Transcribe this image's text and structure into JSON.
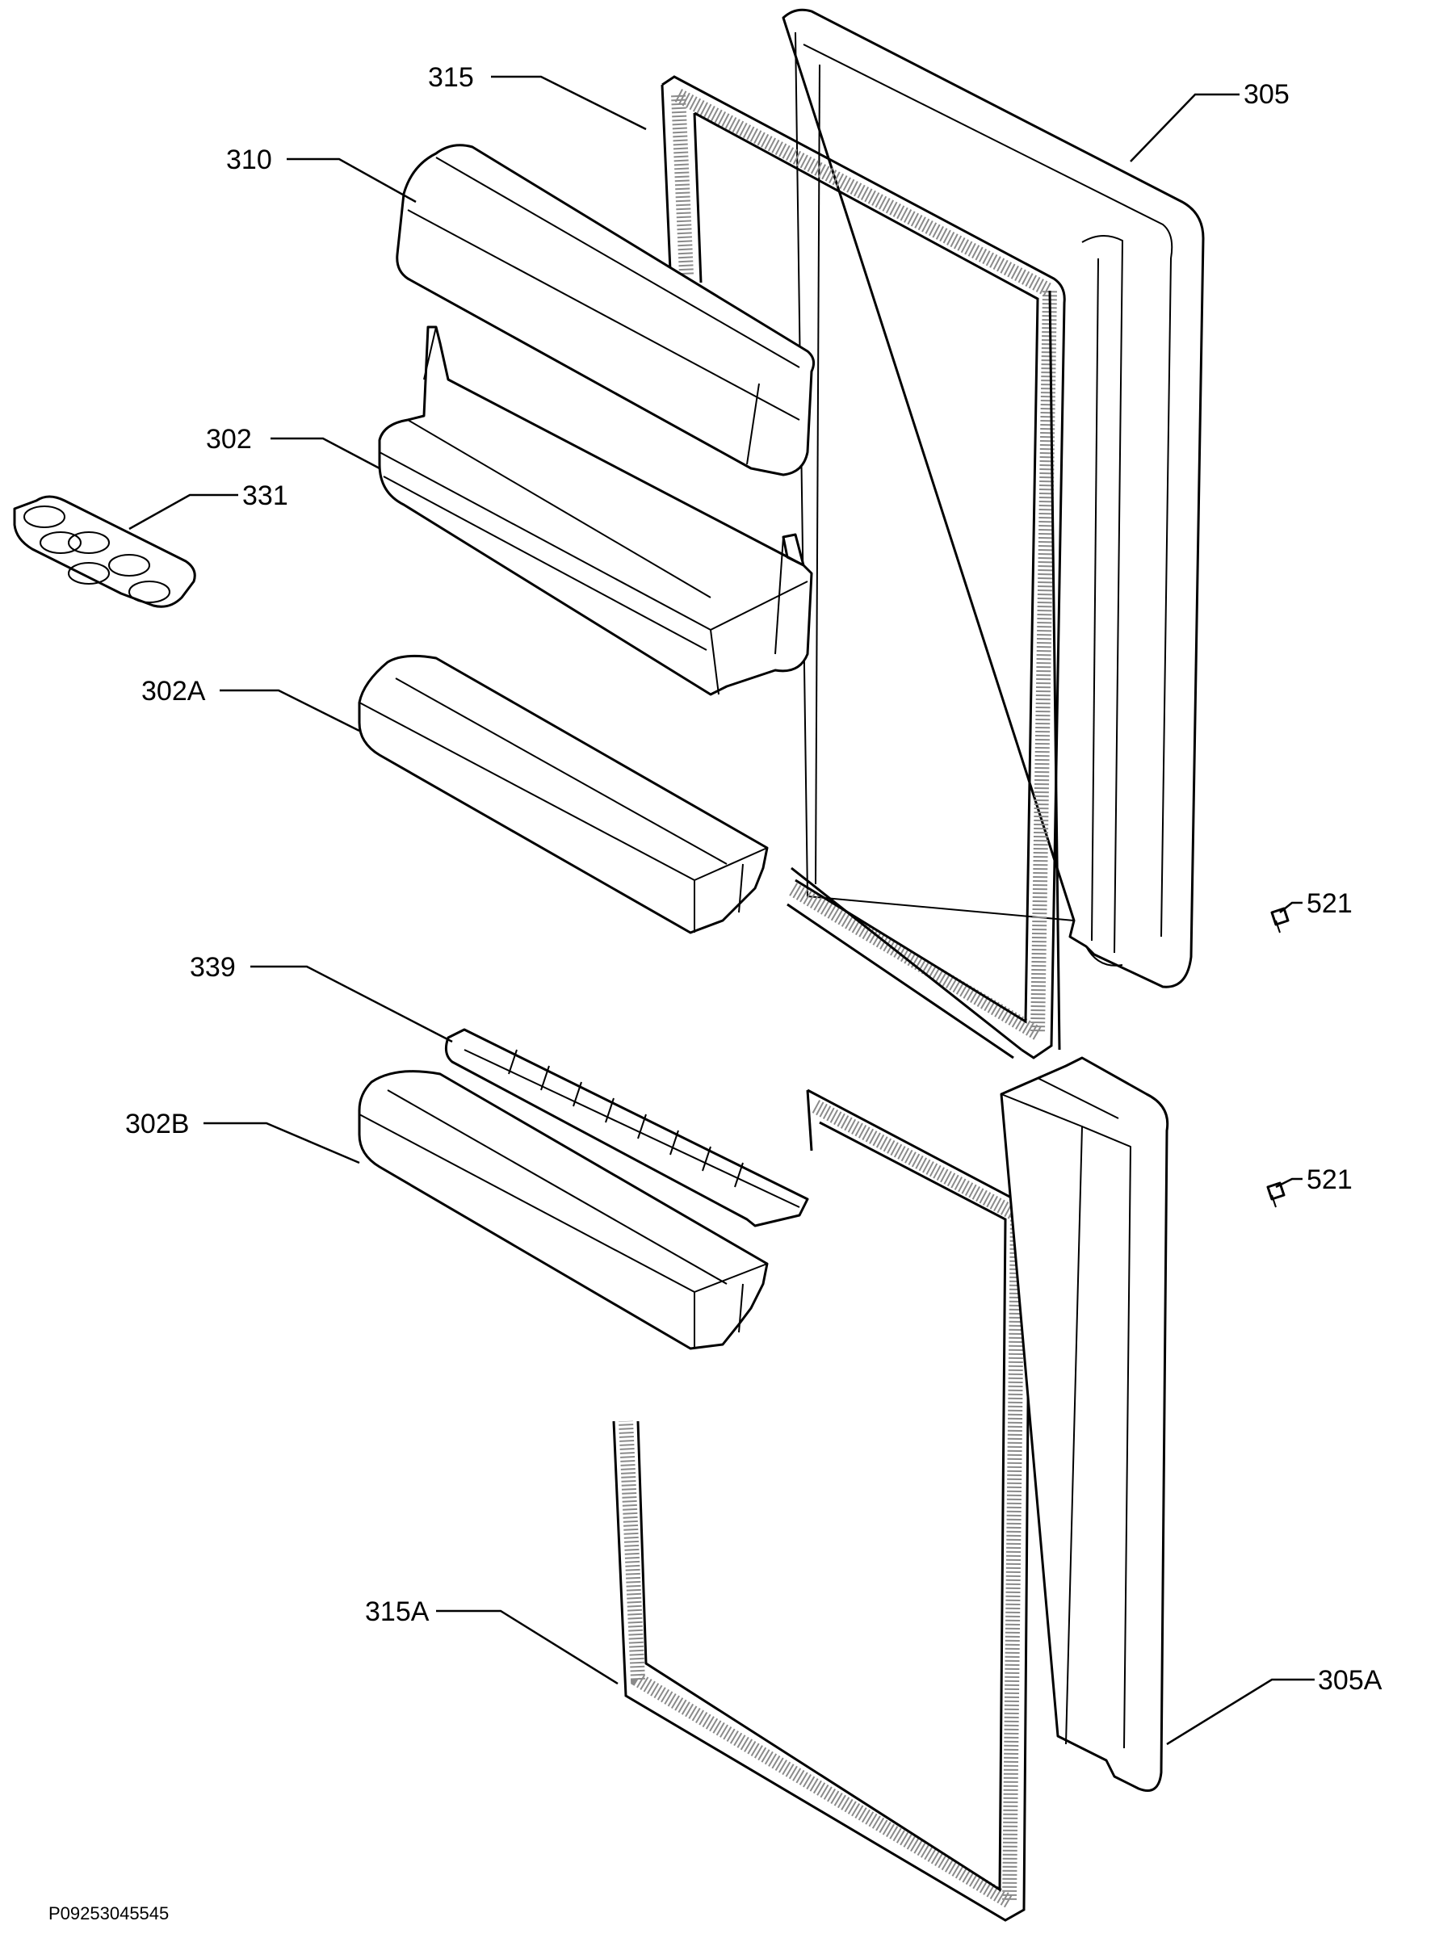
{
  "diagram": {
    "labels": {
      "l305": "305",
      "l315": "315",
      "l310": "310",
      "l302": "302",
      "l331": "331",
      "l302a": "302A",
      "l521a": "521",
      "l339": "339",
      "l302b": "302B",
      "l521b": "521",
      "l315a": "315A",
      "l305a": "305A"
    },
    "document_id": "P09253045545"
  }
}
